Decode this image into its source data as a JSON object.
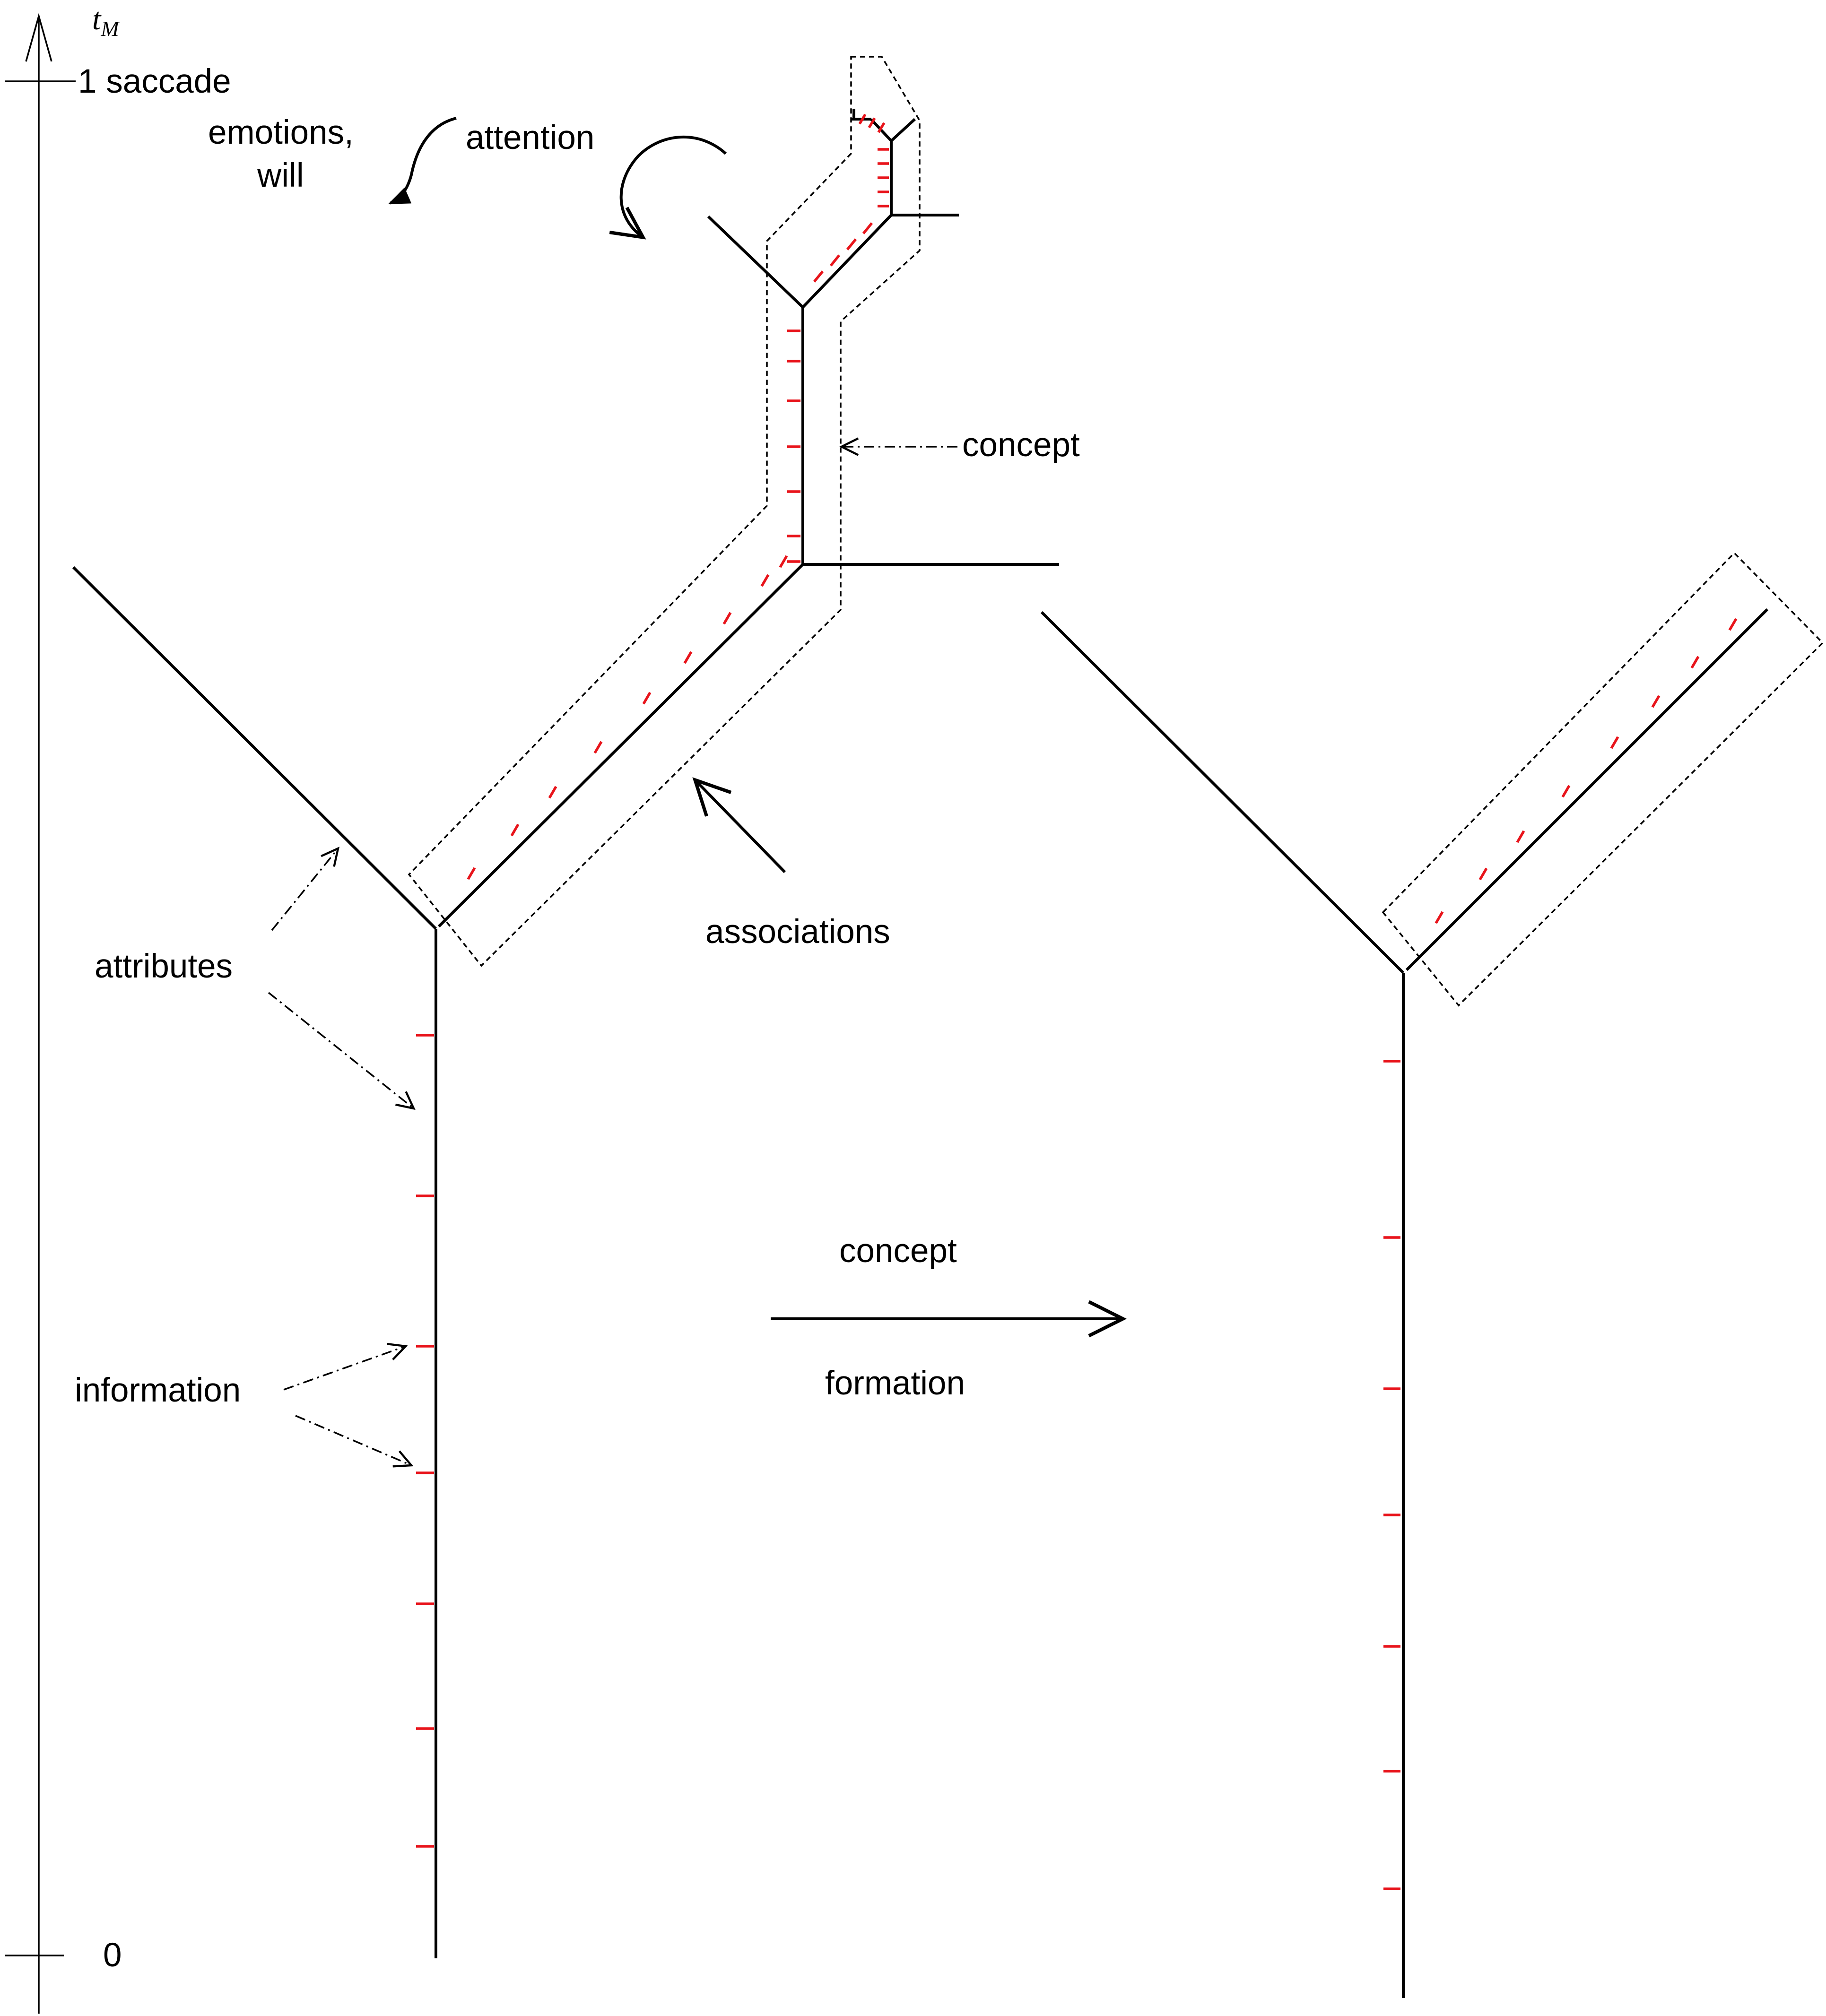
{
  "axis": {
    "symbol": "t",
    "subscript": "M",
    "top_label": "1 saccade",
    "bottom_label": "0"
  },
  "labels": {
    "emotions": "emotions,",
    "will": "will",
    "attention": "attention",
    "concept_top": "concept",
    "associations": "associations",
    "attributes": "attributes",
    "information": "information",
    "concept_formation_1": "concept",
    "concept_formation_2": "formation"
  },
  "colors": {
    "information_tick": "#e8141b",
    "line": "#000000"
  }
}
